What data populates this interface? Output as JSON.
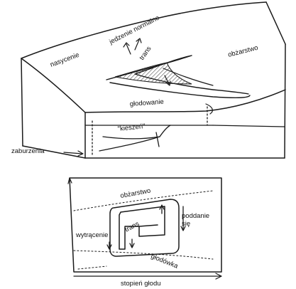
{
  "surface_diagram": {
    "labels": {
      "nasycenie": "nasycenie",
      "jedzenie_normalne": "jedzenie normalne",
      "trans": "trans",
      "objarstwo": "obżarstwo",
      "glodowanie": "głodowanie",
      "kieszen": "\"kieszeń\"",
      "zaburzenia": "zaburzenia"
    }
  },
  "phase_diagram": {
    "labels": {
      "objarstwo": "obżarstwo",
      "poddanie_line1": "poddanie",
      "poddanie_line2": "się",
      "trans": "trans",
      "wytracenie": "wytrącenie",
      "glodowka": "głodówka",
      "x_axis": "stopień głodu"
    }
  }
}
